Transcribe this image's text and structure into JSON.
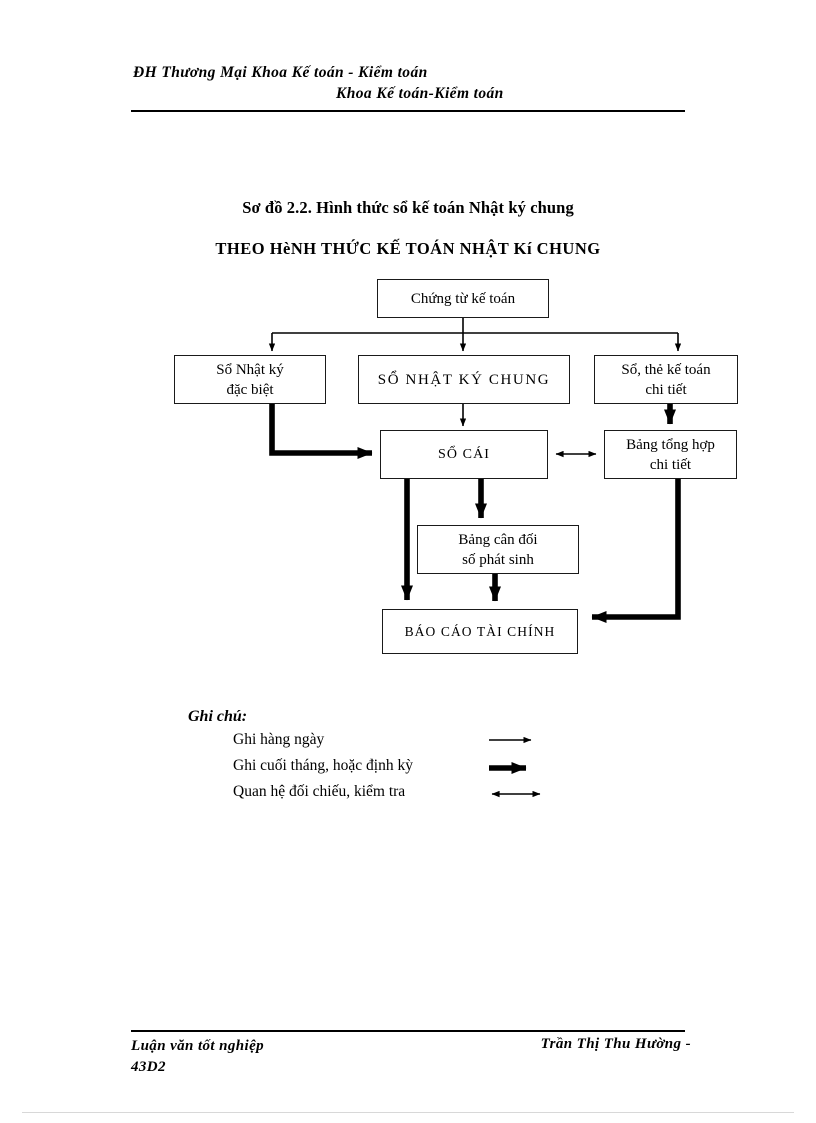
{
  "header": {
    "line1": "ĐH Thương Mại Khoa Kế toán - Kiểm toán",
    "line2": "Khoa Kế toán-Kiểm toán"
  },
  "titles": {
    "caption": "Sơ đồ 2.2. Hình thức sổ kế toán Nhật ký chung",
    "subtitle": "THEO HèNH THỨC KẾ TOÁN NHẬT Kí CHUNG"
  },
  "diagram": {
    "nodes": {
      "chung_tu": "Chứng từ kế toán",
      "nhat_ky_dac_biet_l1": "Sổ Nhật ký",
      "nhat_ky_dac_biet_l2": "đặc biệt",
      "nhat_ky_chung": "SỔ NHẬT KÝ CHUNG",
      "so_the_l1": "Sổ, thẻ kế toán",
      "so_the_l2": "chi tiết",
      "so_cai": "SỔ CÁI",
      "bang_tong_hop_l1": "Bảng tổng hợp",
      "bang_tong_hop_l2": "chi tiết",
      "bang_can_doi_l1": "Bảng cân đối",
      "bang_can_doi_l2": "số phát sinh",
      "bao_cao": "BÁO CÁO TÀI CHÍNH"
    },
    "line_color": "#000000"
  },
  "legend": {
    "title": "Ghi chú:",
    "rows": [
      {
        "label": "Ghi hàng ngày",
        "arrow": "thin-arrow-right-icon"
      },
      {
        "label": "Ghi cuối tháng, hoặc định kỳ",
        "arrow": "thick-arrow-right-icon"
      },
      {
        "label": "Quan hệ đối chiếu, kiểm tra",
        "arrow": "thin-arrow-both-icon"
      }
    ]
  },
  "footer": {
    "left_line1": "Luận văn tốt nghiệp",
    "left_line2": "43D2",
    "right": "Trần Thị Thu Hường -"
  }
}
